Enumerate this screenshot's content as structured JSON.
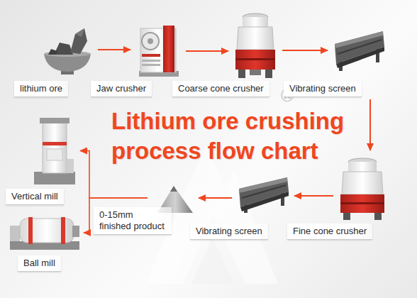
{
  "diagram": {
    "title": "Lithium ore crushing process flow chart",
    "nodes": [
      {
        "text": [
          "lithium ore"
        ]
      },
      {
        "text": [
          "Jaw crusher"
        ]
      },
      {
        "text": [
          "Coarse cone crusher"
        ]
      },
      {
        "text": [
          "Vibrating screen"
        ]
      },
      {
        "text": [
          "Fine cone crusher"
        ]
      },
      {
        "text": [
          "Vibrating screen"
        ]
      },
      {
        "text": [
          "0-15mm finished product"
        ]
      },
      {
        "text": [
          "Vertical mill"
        ]
      },
      {
        "text": [
          "Ball mill"
        ]
      }
    ],
    "edges": [
      {
        "from": 0,
        "to": 1,
        "arrow": "to"
      },
      {
        "from": 1,
        "to": 2,
        "arrow": "to"
      },
      {
        "from": 2,
        "to": 3,
        "arrow": "to"
      },
      {
        "from": 3,
        "to": 4,
        "arrow": "to"
      },
      {
        "from": 4,
        "to": 5,
        "arrow": "to"
      },
      {
        "from": 5,
        "to": 6,
        "arrow": "to"
      },
      {
        "from": 6,
        "to": 7,
        "arrow": "to"
      },
      {
        "from": 6,
        "to": 8,
        "arrow": "to"
      }
    ],
    "labels": [
      "®"
    ]
  }
}
